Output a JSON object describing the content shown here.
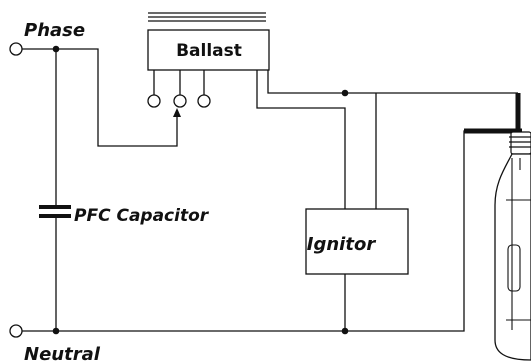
{
  "labels": {
    "phase": "Phase",
    "neutral": "Neutral",
    "ballast": "Ballast",
    "ignitor": "Ignitor",
    "pfc_capacitor": "PFC Capacitor"
  },
  "colors": {
    "line": "#111111",
    "background": "#ffffff"
  }
}
